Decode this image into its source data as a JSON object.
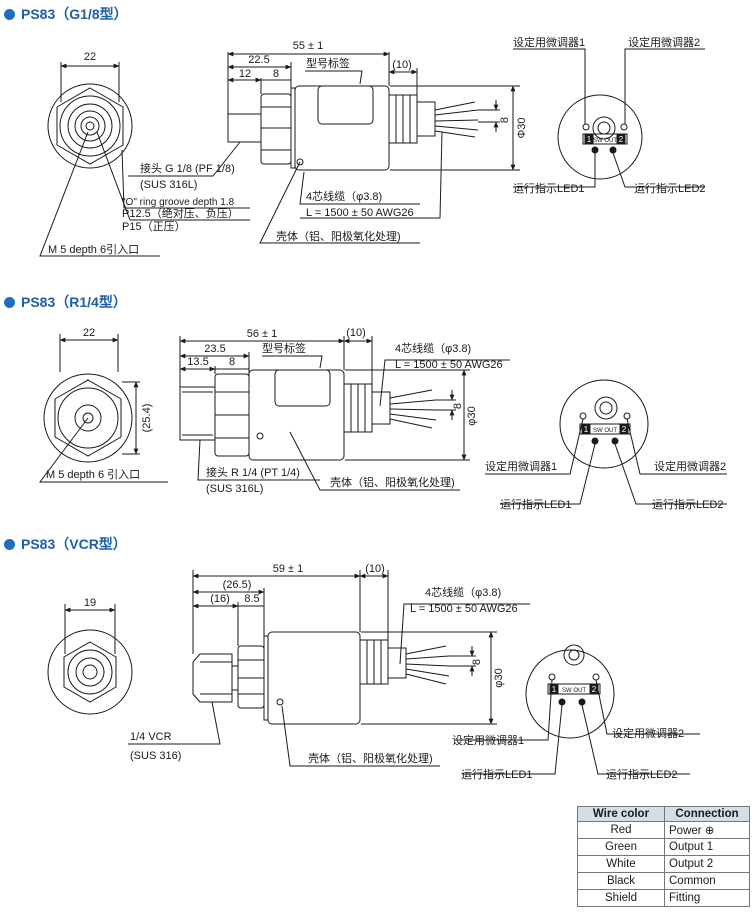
{
  "sections": [
    {
      "title": "PS83（G1/8型）",
      "dims": {
        "dia": "22",
        "length": "55 ± 1",
        "l1": "22.5",
        "l2": "12",
        "l3": "8",
        "cable_out": "(10)",
        "d8": "8",
        "d30": "Φ30"
      },
      "labels": {
        "nameplate": "型号标签",
        "connector": "接头 G 1/8 (PF 1/8)",
        "connector_mat": "(SUS 316L)",
        "oring": "\"O\" ring groove depth 1.8",
        "p125": "P12.5（绝对压、负压）",
        "p15": "P15（正压）",
        "inlet": "M 5 depth 6引入口",
        "cable": "4芯线缆（φ3.8)",
        "cable_spec": "L = 1500 ± 50  AWG26",
        "housing": "壳体（铝、阳极氧化处理)",
        "adj1": "设定用微调器1",
        "adj2": "设定用微调器2",
        "led1": "运行指示LED1",
        "led2": "运行指示LED2"
      }
    },
    {
      "title": "PS83（R1/4型）",
      "dims": {
        "dia": "22",
        "length": "56 ± 1",
        "l1": "23.5",
        "l2": "13.5",
        "l3": "8",
        "cable_out": "(10)",
        "d8": "8",
        "d30": "φ30",
        "hex": "(25.4)"
      },
      "labels": {
        "nameplate": "型号标签",
        "cable": "4芯线缆（φ3.8)",
        "cable_spec": "L = 1500 ± 50  AWG26",
        "inlet": "M 5 depth 6  引入口",
        "connector": "接头 R 1/4 (PT 1/4)",
        "connector_mat": "(SUS 316L)",
        "housing": "壳体（铝、阳极氧化处理)",
        "adj1": "设定用微调器1",
        "adj2": "设定用微调器2",
        "led1": "运行指示LED1",
        "led2": "运行指示LED2"
      }
    },
    {
      "title": "PS83（VCR型）",
      "dims": {
        "dia": "19",
        "length": "59 ± 1",
        "l1": "(26.5)",
        "l2": "(16)",
        "l3": "8.5",
        "cable_out": "(10)",
        "d8": "8",
        "d30": "φ30"
      },
      "labels": {
        "cable": "4芯线缆（φ3.8)",
        "cable_spec": "L = 1500 ± 50  AWG26",
        "vcr": "1/4 VCR",
        "vcr_mat": "(SUS 316)",
        "housing": "壳体（铝、阳极氧化处理)",
        "adj1": "设定用微调器1",
        "adj2": "设定用微调器2",
        "led1": "运行指示LED1",
        "led2": "运行指示LED2"
      }
    }
  ],
  "face": {
    "pin1": "1",
    "pin2": "2",
    "swout": "SW OUT"
  },
  "wire_table": {
    "headers": [
      "Wire color",
      "Connection"
    ],
    "rows": [
      [
        "Red",
        "Power ⊕"
      ],
      [
        "Green",
        "Output 1"
      ],
      [
        "White",
        "Output 2"
      ],
      [
        "Black",
        "Common"
      ],
      [
        "Shield",
        "Fitting"
      ]
    ]
  },
  "colors": {
    "title": "#1f5fa8",
    "table_header": "#d4dde8"
  }
}
